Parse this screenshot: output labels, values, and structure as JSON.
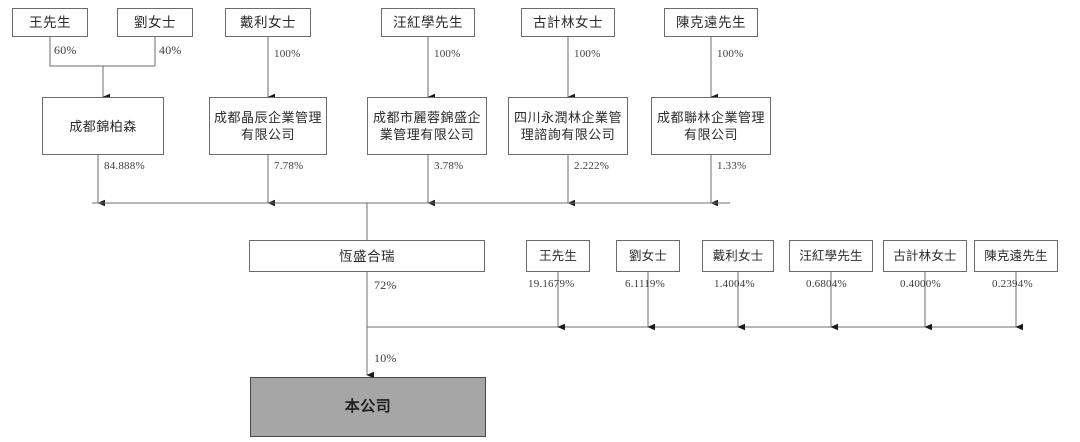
{
  "diagram": {
    "title": "Shareholding structure chart",
    "colors": {
      "box_border": "#6b6b6b",
      "subject_fill": "#a6a6a6",
      "subject_border": "#4a4a4a",
      "line": "#6e6e6e",
      "text": "#2b2b2b",
      "background": "#ffffff"
    }
  },
  "tier1_individuals": [
    {
      "id": "wang",
      "label": "王先生",
      "pct": "60%"
    },
    {
      "id": "liu",
      "label": "劉女士",
      "pct": "40%"
    },
    {
      "id": "daili",
      "label": "戴利女士",
      "pct": "100%"
    },
    {
      "id": "wanghx",
      "label": "汪紅學先生",
      "pct": "100%"
    },
    {
      "id": "gujl",
      "label": "古計林女士",
      "pct": "100%"
    },
    {
      "id": "chenky",
      "label": "陳克遠先生",
      "pct": "100%"
    }
  ],
  "tier2_entities": [
    {
      "id": "jinbosen",
      "label": "成都錦柏森",
      "pct": "84.888%"
    },
    {
      "id": "jingchen",
      "label": "成都晶辰企業管理有限公司",
      "pct": "7.78%"
    },
    {
      "id": "lirong",
      "label": "成都市麗蓉錦盛企業管理有限公司",
      "pct": "3.78%"
    },
    {
      "id": "yongrun",
      "label": "四川永潤林企業管理諮詢有限公司",
      "pct": "2.222%"
    },
    {
      "id": "lianlin",
      "label": "成都聯林企業管理有限公司",
      "pct": "1.33%"
    }
  ],
  "tier3_holding": {
    "id": "hengsheng",
    "label": "恆盛合瑞",
    "pct": "72%",
    "pct_to_company": "10%"
  },
  "tier3_individuals": [
    {
      "id": "wang2",
      "label": "王先生",
      "pct": "19.1679%"
    },
    {
      "id": "liu2",
      "label": "劉女士",
      "pct": "6.1119%"
    },
    {
      "id": "daili2",
      "label": "戴利女士",
      "pct": "1.4004%"
    },
    {
      "id": "wanghx2",
      "label": "汪紅學先生",
      "pct": "0.6804%"
    },
    {
      "id": "gujl2",
      "label": "古計林女士",
      "pct": "0.4000%"
    },
    {
      "id": "chenky2",
      "label": "陳克遠先生",
      "pct": "0.2394%"
    }
  ],
  "tier4_company": {
    "id": "company",
    "label": "本公司"
  }
}
